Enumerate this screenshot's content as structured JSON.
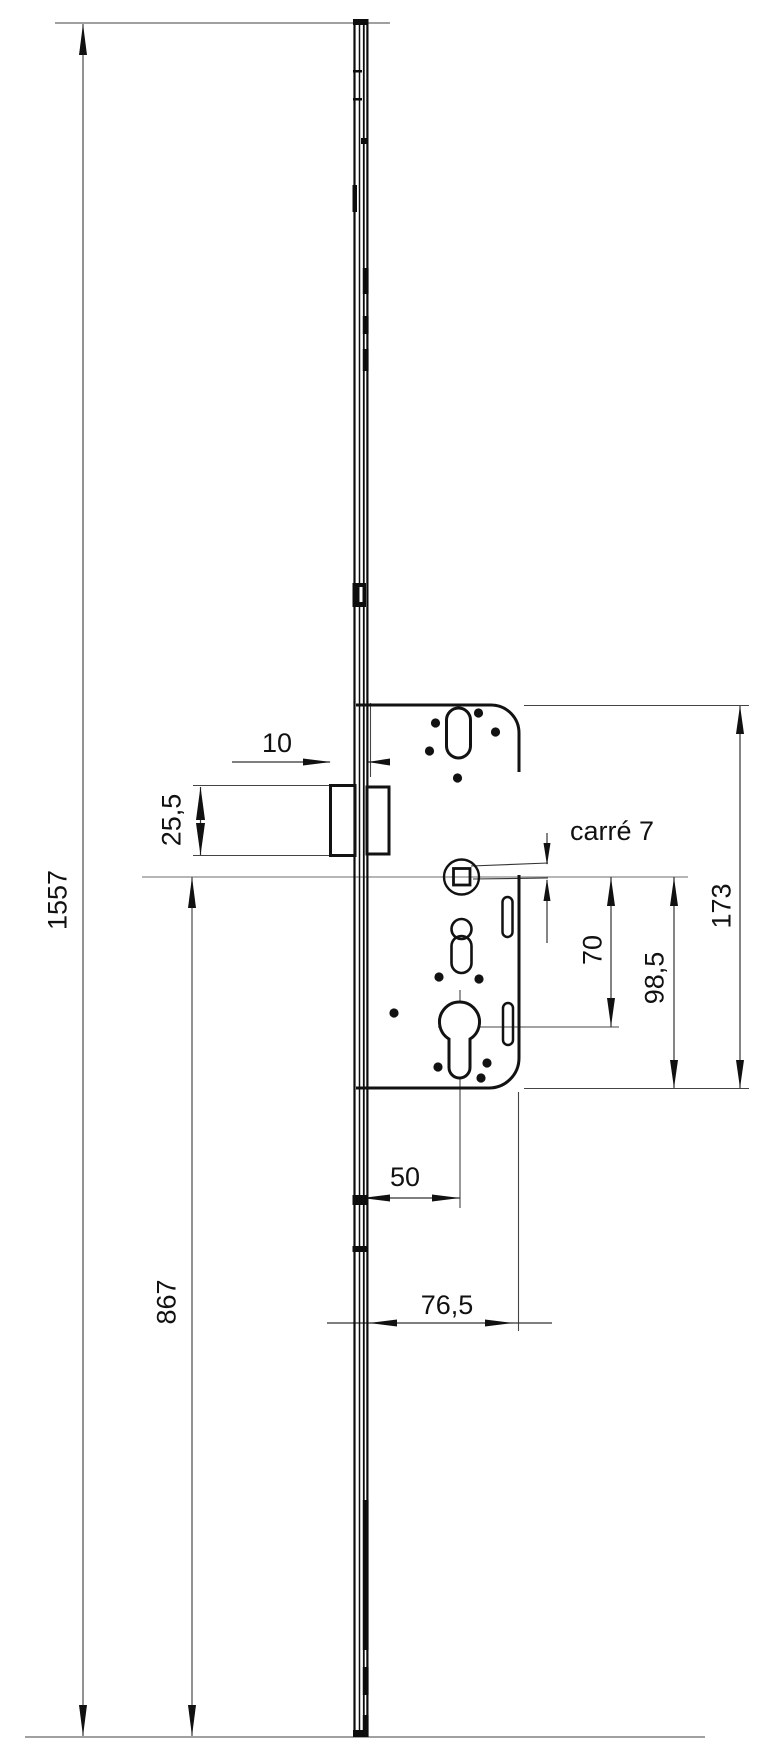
{
  "diagram": {
    "labels": {
      "total_length": "1557",
      "bottom_to_spindle_axis": "867",
      "latch_height": "25,5",
      "latch_projection": "10",
      "backset": "50",
      "case_depth": "76,5",
      "spindle_square": "carré 7",
      "spindle_to_cylinder": "70",
      "spindle_to_case_bottom": "98,5",
      "case_height": "173"
    },
    "colors": {
      "outline": "#121212",
      "dimension_line": "#3a3a3a",
      "extension_line": "#808080",
      "background": "#ffffff"
    }
  }
}
